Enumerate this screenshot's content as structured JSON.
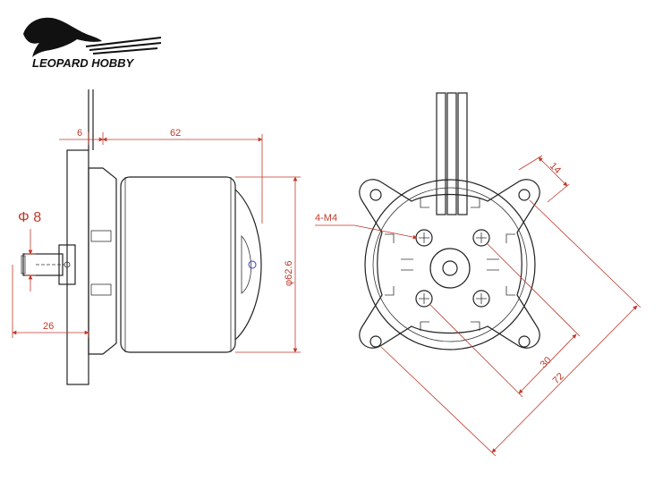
{
  "logo": {
    "text": "LEOPARD HOBBY"
  },
  "side_view": {
    "dim_flange": "6",
    "dim_length": "62",
    "dim_diameter_label": "φ62.6",
    "dim_shaft": "Φ 8",
    "dim_shaft_length": "26"
  },
  "front_view": {
    "dim_screw": "4-M4",
    "dim_tab": "14",
    "dim_hole_spacing": "30",
    "dim_mount_spacing": "72"
  }
}
